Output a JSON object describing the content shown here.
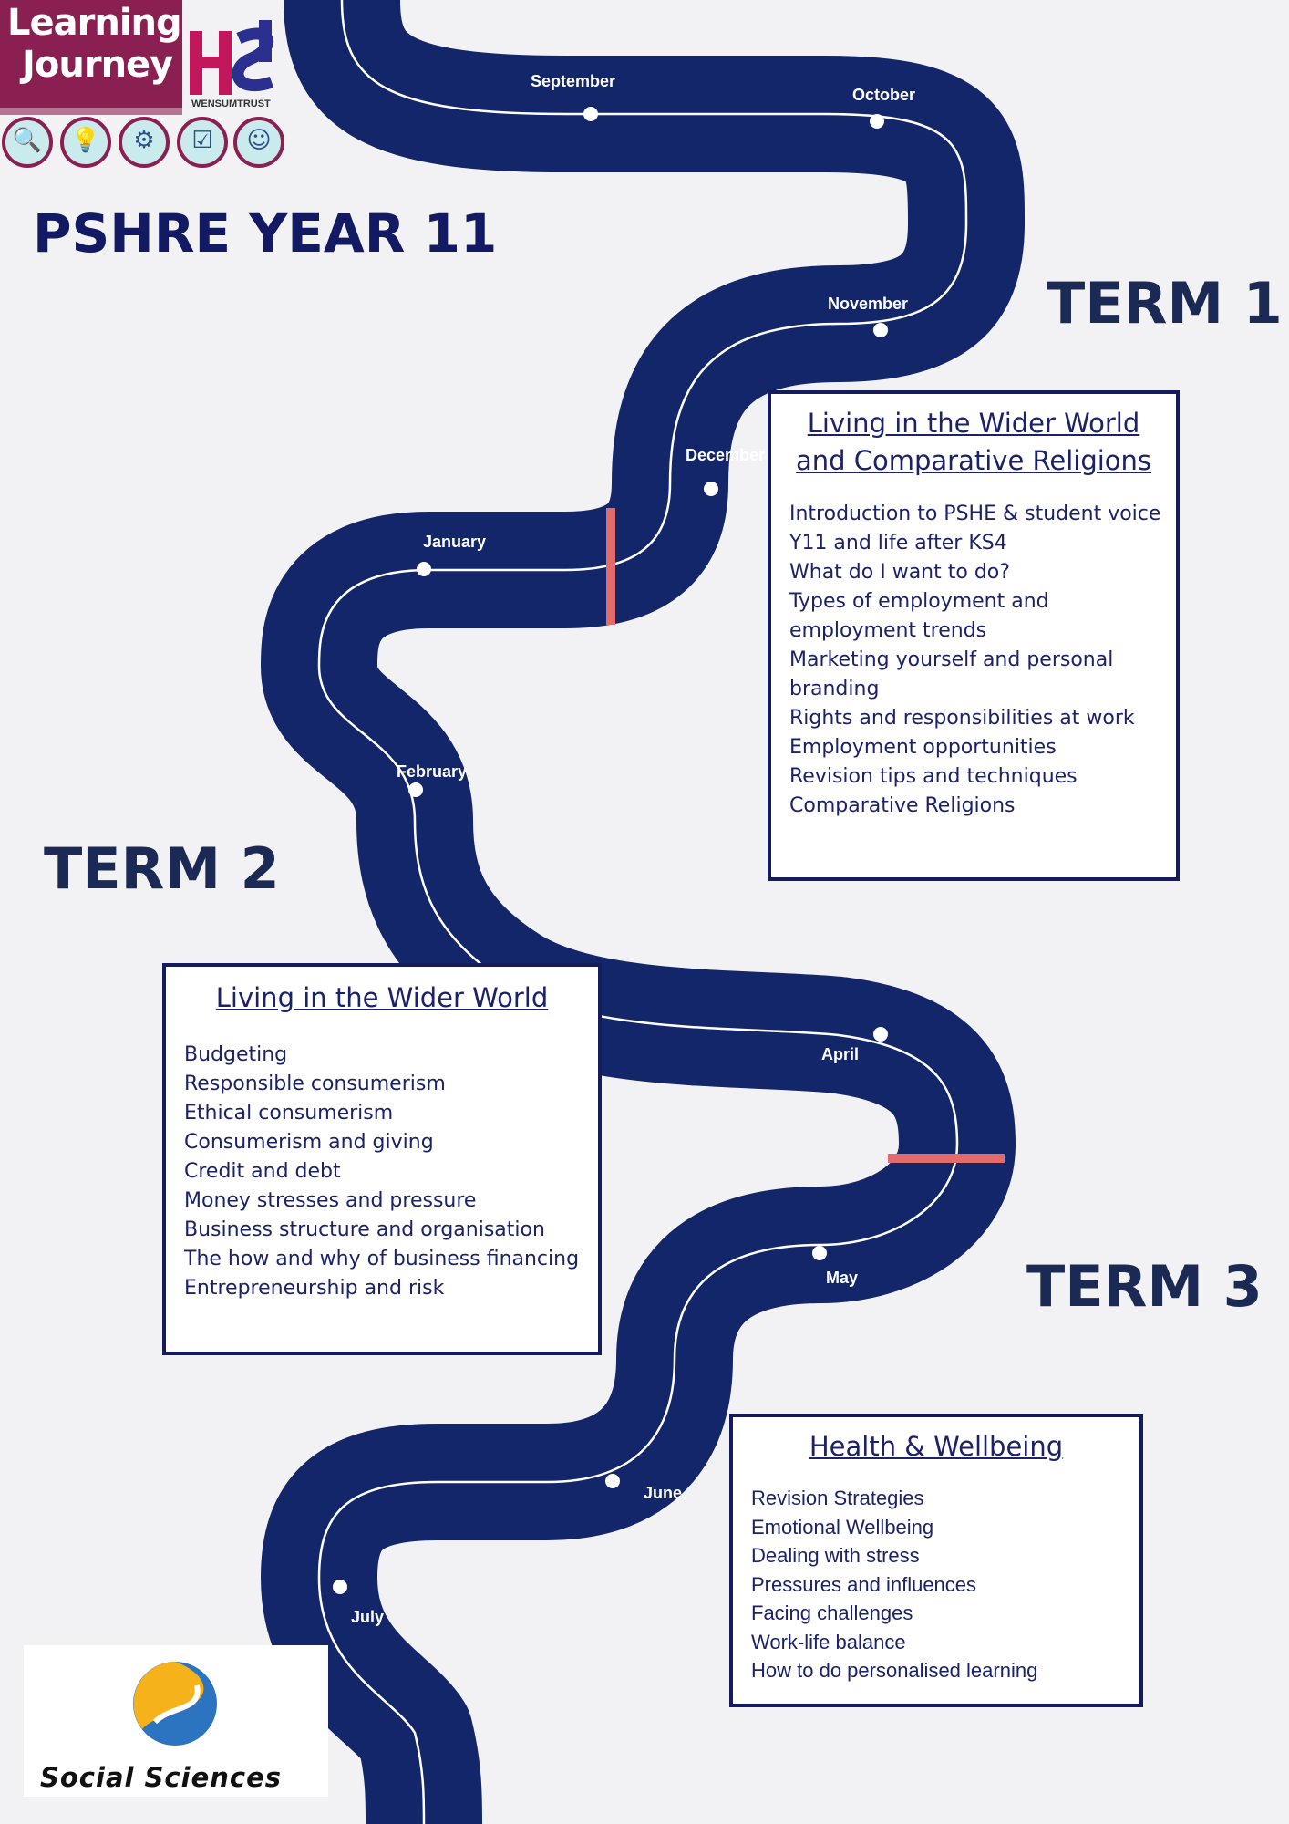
{
  "logo": {
    "line1": "Learning",
    "line2": "Journey",
    "school_mark": "HS",
    "trust_name": "WENSUMTRUST",
    "badge_icons": [
      "magnifier-icon",
      "lightbulb-icon",
      "hands-icon",
      "checklist-icon",
      "head-icon"
    ],
    "brand_color": "#8a1f52"
  },
  "title": "PSHRE YEAR 11",
  "terms": {
    "term1": "TERM 1",
    "term2": "TERM 2",
    "term3": "TERM 3"
  },
  "road": {
    "road_color": "#13266a",
    "divider_color": "#e46b6b",
    "months": [
      "September",
      "October",
      "November",
      "December",
      "January",
      "February",
      "April",
      "May",
      "June",
      "July"
    ]
  },
  "boxes": {
    "term1": {
      "heading": "Living in the Wider World and Comparative Religions",
      "items": [
        "Introduction to PSHE & student voice",
        "Y11 and life after KS4",
        "What do I want to do?",
        "Types of employment and employment trends",
        "Marketing yourself and personal branding",
        "Rights and responsibilities at work",
        "Employment opportunities",
        "Revision tips and techniques",
        "Comparative Religions"
      ]
    },
    "term2": {
      "heading": "Living in the Wider World",
      "items": [
        "Budgeting",
        "Responsible consumerism",
        "Ethical consumerism",
        "Consumerism and giving",
        "Credit and debt",
        "Money stresses and pressure",
        "Business structure and organisation",
        "The how and why of business financing",
        "Entrepreneurship and risk"
      ]
    },
    "term3": {
      "heading": "Health & Wellbeing",
      "items": [
        "Revision Strategies",
        "Emotional Wellbeing",
        "Dealing with stress",
        "Pressures and influences",
        "Facing challenges",
        "Work-life balance",
        "How to do personalised learning"
      ]
    }
  },
  "footer": {
    "department": "Social Sciences",
    "logo_colors": [
      "#f5b21b",
      "#2c74c0"
    ]
  }
}
